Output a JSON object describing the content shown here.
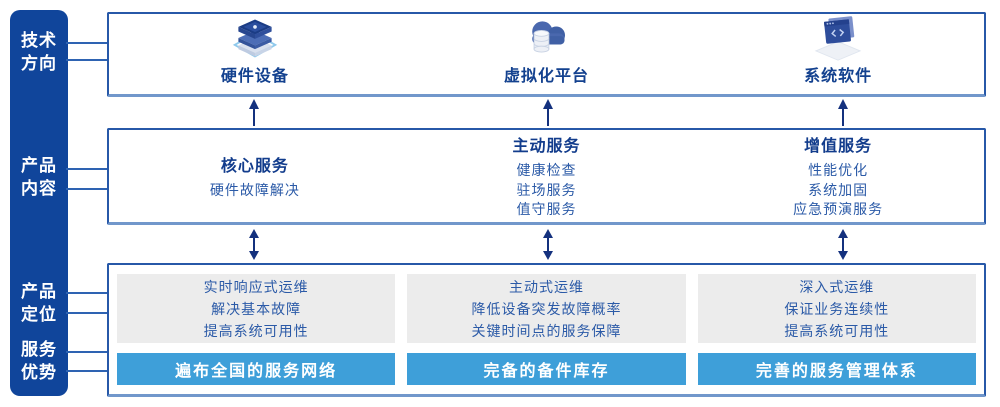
{
  "colors": {
    "sidebar_bg": "#10459B",
    "box_border": "#2758A8",
    "title_text": "#123C8C",
    "body_text": "#2B5AA7",
    "gray_panel": "#ECECEC",
    "highlight_bar": "#3E9FD9",
    "arrow": "#14317E"
  },
  "sidebar": {
    "items": [
      {
        "label": "技术\n方向"
      },
      {
        "label": "产品\n内容"
      },
      {
        "label": "产品\n定位"
      },
      {
        "label": "服务\n优势"
      }
    ]
  },
  "tech_row": {
    "items": [
      {
        "icon": "server-stack-icon",
        "label": "硬件设备"
      },
      {
        "icon": "cloud-database-icon",
        "label": "虚拟化平台"
      },
      {
        "icon": "code-window-icon",
        "label": "系统软件"
      }
    ]
  },
  "service_row": {
    "columns": [
      {
        "title": "核心服务",
        "items": [
          "硬件故障解决"
        ]
      },
      {
        "title": "主动服务",
        "items": [
          "健康检查",
          "驻场服务",
          "值守服务"
        ]
      },
      {
        "title": "增值服务",
        "items": [
          "性能优化",
          "系统加固",
          "应急预演服务"
        ]
      }
    ]
  },
  "position_row": {
    "columns": [
      {
        "lines": "实时响应式运维\n解决基本故障\n提高系统可用性",
        "badge": "遍布全国的服务网络"
      },
      {
        "lines": "主动式运维\n降低设备突发故障概率\n关键时间点的服务保障",
        "badge": "完备的备件库存"
      },
      {
        "lines": "深入式运维\n保证业务连续性\n提高系统可用性",
        "badge": "完善的服务管理体系"
      }
    ]
  }
}
